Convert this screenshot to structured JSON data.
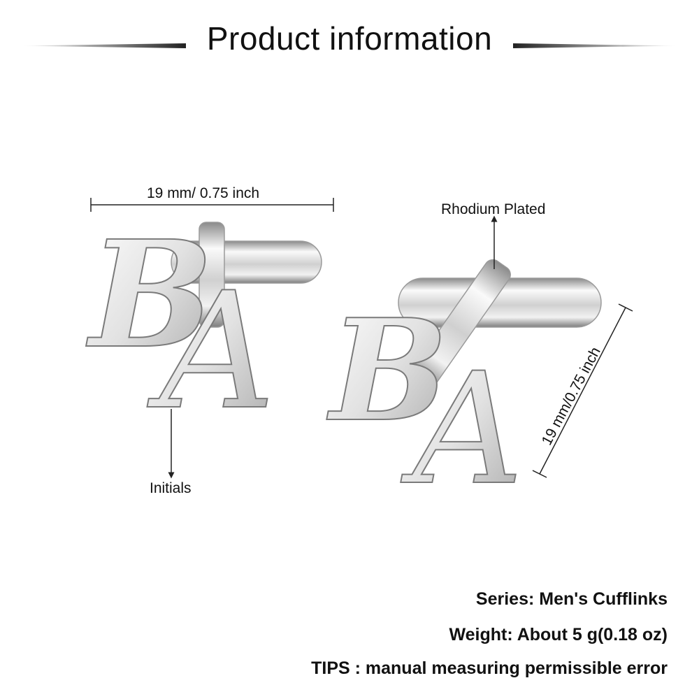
{
  "header": {
    "title": "Product information"
  },
  "annotations": {
    "width_label": "19 mm/ 0.75 inch",
    "plating_label": "Rhodium Plated",
    "initials_label": "Initials",
    "height_label": "19 mm/0.75 inch"
  },
  "product": {
    "letters": [
      "B",
      "A"
    ]
  },
  "specs": {
    "series": "Series: Men's Cufflinks",
    "weight": "Weight: About 5 g(0.18 oz)",
    "tips": "TIPS : manual measuring permissible error"
  },
  "colors": {
    "metal_light": "#f4f4f4",
    "metal_mid": "#c9c9c9",
    "metal_dark": "#8a8a8a",
    "line": "#222222"
  }
}
